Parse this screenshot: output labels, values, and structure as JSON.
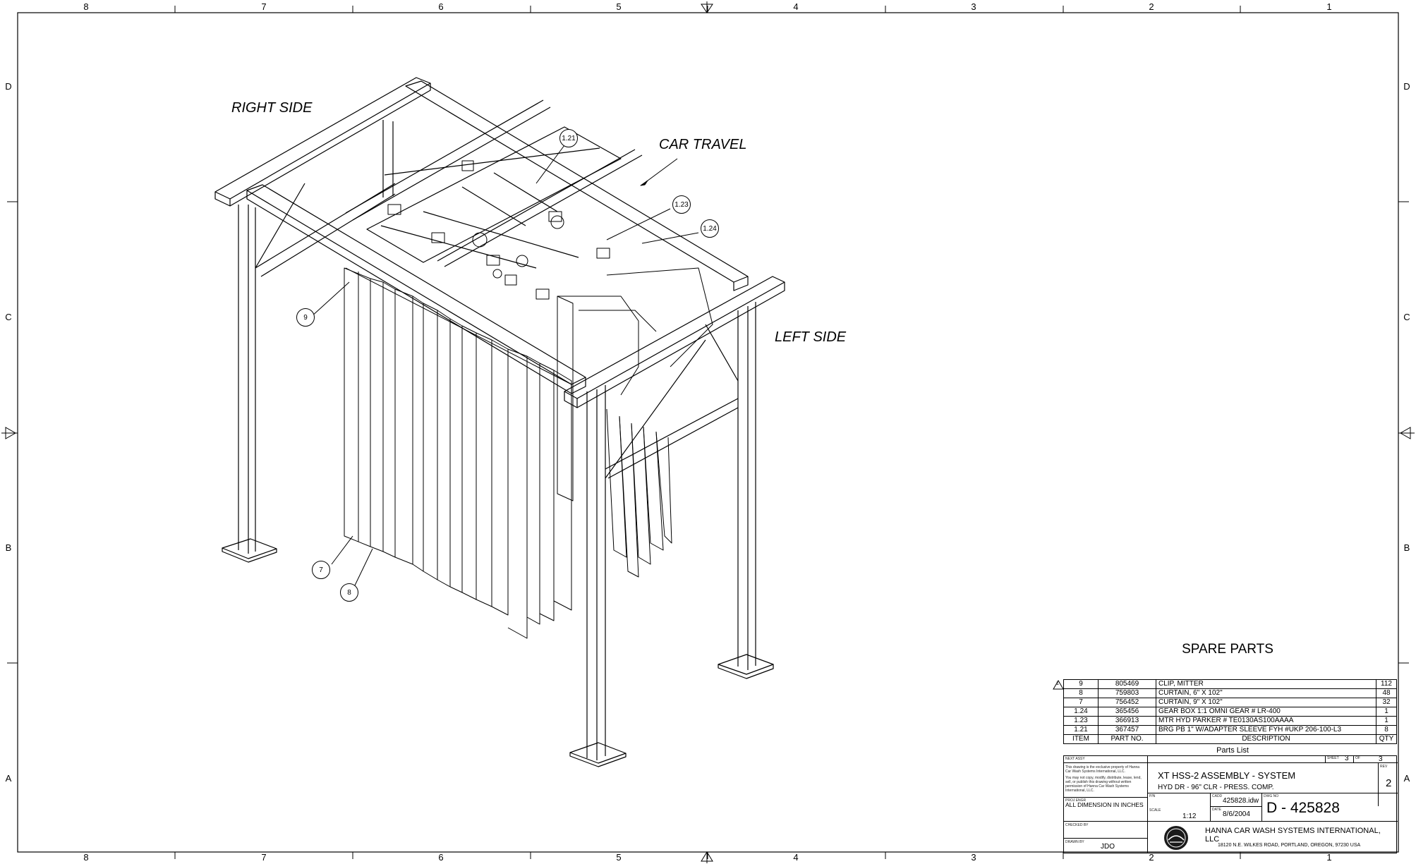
{
  "border": {
    "columns": [
      "8",
      "7",
      "6",
      "5",
      "4",
      "3",
      "2",
      "1"
    ],
    "rows": [
      "D",
      "C",
      "B",
      "A"
    ]
  },
  "labels": {
    "right_side": "RIGHT SIDE",
    "car_travel": "CAR TRAVEL",
    "left_side": "LEFT SIDE"
  },
  "balloons": [
    "1.21",
    "1.23",
    "1.24",
    "9",
    "7",
    "8"
  ],
  "spare_parts_title": "SPARE PARTS",
  "parts_list": {
    "rows": [
      {
        "item": "9",
        "part_no": "805469",
        "description": "CLIP, MITTER",
        "qty": "112"
      },
      {
        "item": "8",
        "part_no": "759803",
        "description": "CURTAIN, 6\" X 102\"",
        "qty": "48"
      },
      {
        "item": "7",
        "part_no": "756452",
        "description": "CURTAIN, 9\" X 102\"",
        "qty": "32"
      },
      {
        "item": "1.24",
        "part_no": "365456",
        "description": "GEAR BOX 1:1   OMNI GEAR # LR-400",
        "qty": "1"
      },
      {
        "item": "1.23",
        "part_no": "366913",
        "description": "MTR HYD   PARKER # TE0130AS100AAAA",
        "qty": "1"
      },
      {
        "item": "1.21",
        "part_no": "367457",
        "description": "BRG PB 1\" W/ADAPTER SLEEVE   FYH #UKP 206-100-L3",
        "qty": "8"
      }
    ],
    "headers": {
      "item": "ITEM",
      "part_no": "PART NO.",
      "description": "DESCRIPTION",
      "qty": "QTY"
    },
    "caption": "Parts List",
    "rev_mark": "1"
  },
  "title_block": {
    "next_assy_label": "NEXT ASSY",
    "sheet_label": "SHEET",
    "sheet_number": "3",
    "of_label": "OF",
    "sheet_total": "3",
    "rev_label": "REV",
    "rev": "2",
    "notice_1": "This drawing is the exclusive property of Hanna Car Wash Systems International, LLC.",
    "notice_2": "You may not copy, modify, distribute, lease, lend, sell, or publish this drawing without written permission of Hanna Car Wash Systems International, LLC.",
    "title_line_1": "XT HSS-2 ASSEMBLY - SYSTEM",
    "title_line_2": "HYD DR - 96\" CLR - PRESS. COMP.",
    "dimension_note": "ALL DIMENSION IN INCHES",
    "pn_label": "P/N",
    "cadd_label": "CADD",
    "cadd_file": "425828.idw",
    "dwg_no_label": "DWG NO",
    "dwg_no": "D  -  425828",
    "proj_engr_label": "PROJ ENGR",
    "scale_label": "SCALE",
    "scale": "1:12",
    "date_label": "DATE",
    "date": "8/6/2004",
    "checked_by_label": "CHECKED BY",
    "drawn_by_label": "DRAWN BY",
    "drawn_by": "JDO",
    "company": "HANNA CAR WASH SYSTEMS INTERNATIONAL, LLC",
    "address": "18120 N.E. WILKES ROAD, PORTLAND, OREGON, 97230 USA"
  }
}
